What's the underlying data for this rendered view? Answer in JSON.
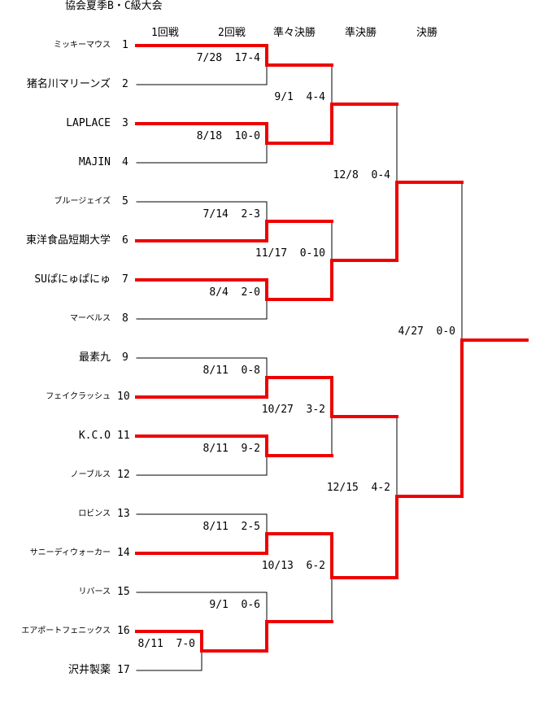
{
  "title": "協会夏季B・C級大会",
  "rounds": [
    "1回戦",
    "2回戦",
    "準々決勝",
    "準決勝",
    "決勝"
  ],
  "teams": [
    {
      "seed": "1",
      "name": "ミッキーマウス"
    },
    {
      "seed": "2",
      "name": "猪名川マリーンズ"
    },
    {
      "seed": "3",
      "name": "LAPLACE"
    },
    {
      "seed": "4",
      "name": "MAJIN"
    },
    {
      "seed": "5",
      "name": "ブルージェイズ"
    },
    {
      "seed": "6",
      "name": "東洋食品短期大学"
    },
    {
      "seed": "7",
      "name": "SUぱにゅぱにゅ"
    },
    {
      "seed": "8",
      "name": "マーベルス"
    },
    {
      "seed": "9",
      "name": "最素九"
    },
    {
      "seed": "10",
      "name": "フェイクラッシュ"
    },
    {
      "seed": "11",
      "name": "K.C.O"
    },
    {
      "seed": "12",
      "name": "ノーブルス"
    },
    {
      "seed": "13",
      "name": "ロビンス"
    },
    {
      "seed": "14",
      "name": "サニーディウォーカー"
    },
    {
      "seed": "15",
      "name": "リバース"
    },
    {
      "seed": "16",
      "name": "エアポートフェニックス"
    },
    {
      "seed": "17",
      "name": "沢井製薬"
    }
  ],
  "matches": [
    {
      "round": "1回戦",
      "score": "8/11  7-0"
    },
    {
      "round": "2回戦",
      "score": "7/28  17-4"
    },
    {
      "round": "2回戦",
      "score": "8/18  10-0"
    },
    {
      "round": "2回戦",
      "score": "7/14  2-3"
    },
    {
      "round": "2回戦",
      "score": "8/4  2-0"
    },
    {
      "round": "2回戦",
      "score": "8/11  0-8"
    },
    {
      "round": "2回戦",
      "score": "8/11  9-2"
    },
    {
      "round": "2回戦",
      "score": "8/11  2-5"
    },
    {
      "round": "2回戦",
      "score": "9/1  0-6"
    },
    {
      "round": "準々決勝",
      "score": "9/1  4-4"
    },
    {
      "round": "準々決勝",
      "score": "11/17  0-10"
    },
    {
      "round": "準々決勝",
      "score": "10/27  3-2"
    },
    {
      "round": "準々決勝",
      "score": "10/13  6-2"
    },
    {
      "round": "準決勝",
      "score": "12/8  0-4"
    },
    {
      "round": "準決勝",
      "score": "12/15  4-2"
    },
    {
      "round": "決勝",
      "score": "4/27  0-0"
    }
  ],
  "colors": {
    "win_line": "#ee0000",
    "line": "#000000",
    "background": "#ffffff"
  }
}
